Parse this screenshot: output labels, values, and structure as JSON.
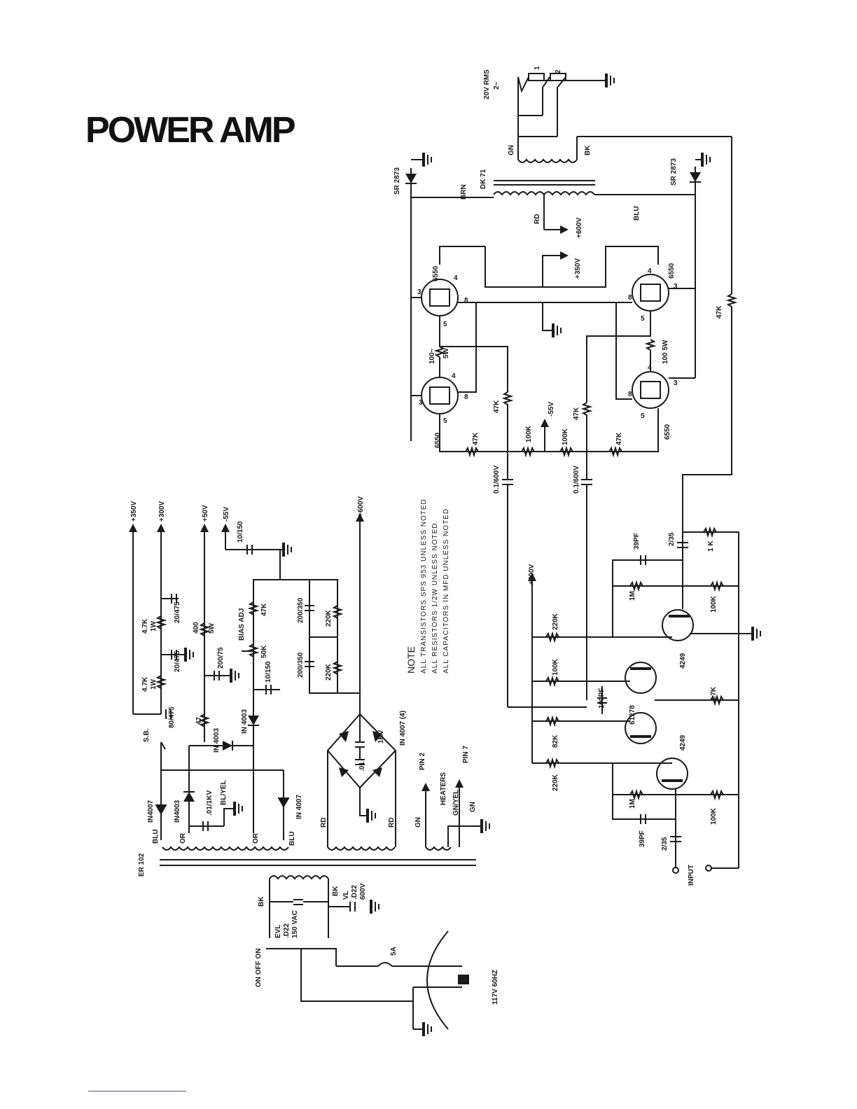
{
  "title": "POWER AMP",
  "note": {
    "heading": "NOTE",
    "lines": [
      "ALL TRANSISTORS SPS 953 UNLESS NOTED",
      "ALL RESISTORS 1/2W UNLESS NOTED",
      "ALL CAPACITORS IN MFD UNLESS NOTED"
    ]
  },
  "labels": {
    "sr_left": "SR 2873",
    "sr_right": "SR 2873",
    "brn": "BRN",
    "dk71": "DK 71",
    "rd_out": "RD",
    "v600_top": "+600V",
    "blu_top": "BLU",
    "gn_out": "GN",
    "bk_out": "BK",
    "rms": "20V RMS",
    "two_ohm": "2~",
    "tap1": "1",
    "tap2": "2",
    "v350_tubes": "+350V",
    "tube_tl": "6550",
    "tube_bl": "6550",
    "tube_tr": "6550",
    "tube_br": "6550",
    "pin3a": "3",
    "pin4a": "4",
    "pin5a": "5",
    "pin8a": "8",
    "pin3b": "3",
    "pin4b": "4",
    "pin5b": "5",
    "pin8b": "8",
    "pin3c": "3",
    "pin4c": "4",
    "pin5c": "5",
    "pin8c": "8",
    "pin3d": "3",
    "pin4d": "4",
    "pin5d": "5",
    "pin8d": "8",
    "r100_5w_l": "100~",
    "r100_5w_l2": "5W",
    "r100_5w_r": "100 5W",
    "r47k_fb": "47K",
    "r47k_g1": "47K",
    "r47k_g2": "47K",
    "r47k_g3": "47K",
    "r47k_g4": "47K",
    "r100k_a": "100K",
    "r100k_b": "100K",
    "v55_bias": "-55V",
    "c01_600_a": "0.1/600V",
    "c01_600_b": "0.1/600V",
    "v300_driver": "+300V",
    "r220k_a": "220K",
    "r100k_c": "100K",
    "r82k": "82K",
    "r220k_b": "220K",
    "c100pf": "100PF",
    "t_61278": "61278",
    "t_4249_a": "4249",
    "t_4249_b": "4249",
    "c39pf_a": "39PF",
    "c39pf_b": "39PF",
    "c2_35_a": "2/35",
    "c2_35_b": "2/35",
    "r1k": "1 K",
    "r1m_a": "1M",
    "r1m_b": "1M",
    "r100k_d": "100K",
    "r100k_e": "100K",
    "r4_7k": "4.7K",
    "input": "INPUT",
    "v350": "+350V",
    "v300": "+300V",
    "v50": "+50V",
    "v55": "-55V",
    "v600": "+600V",
    "c10_150_a": "10/150",
    "c10_150_b": "10/150",
    "c20_475_a": "20/475",
    "c20_475_b": "20/475",
    "c80_475": "80/475",
    "r4_7k_1w_a": "4.7K",
    "r4_7k_1w_a2": "1W",
    "r4_7k_1w_b": "4.7K",
    "r4_7k_1w_b2": "1W",
    "r400": "400",
    "r400b": "5W",
    "c200_75": "200/75",
    "r47": "47",
    "bias_adj": "BIAS ADJ",
    "r47k_bias": "47K",
    "r50k": "50K",
    "c200_350_a": "200/350",
    "c200_350_b": "200/350",
    "r220k_c": "220K",
    "r220k_d": "220K",
    "d_in4003_a": "IN 4003",
    "d_in4003_b": "IN 4003",
    "d_in4003_c": "IN4003",
    "d_in4007_a": "IN4007",
    "d_in4007_b": "IN 4007",
    "d_in4007_4": "IN 4007 (4)",
    "sb": "S.B.",
    "c01_1kv_a": ".01/1KV",
    "bl_yel": "BL/YEL",
    "or_a": "OR",
    "or_b": "OR",
    "blu_a": "BLU",
    "blu_b": "BLU",
    "c1kv": "1KV",
    "c01": ".01",
    "rd_a": "RD",
    "rd_b": "RD",
    "gn_h": "GN",
    "pin2": "PIN 2",
    "heaters": "HEATERS",
    "gn_yel": "GN/YEL",
    "gn_h2": "GN",
    "pin7": "PIN 7",
    "er102": "ER 102",
    "bk_a": "BK",
    "bk_b": "BK",
    "evl": "EVL",
    "d22a": ".D22",
    "v150vac": "150 VAC",
    "vl": "VL",
    "d22b": ".D22",
    "v600v": "600V",
    "on_off_on": "ON OFF ON",
    "fuse_5a": "5A",
    "mains": "117V 60HZ"
  }
}
